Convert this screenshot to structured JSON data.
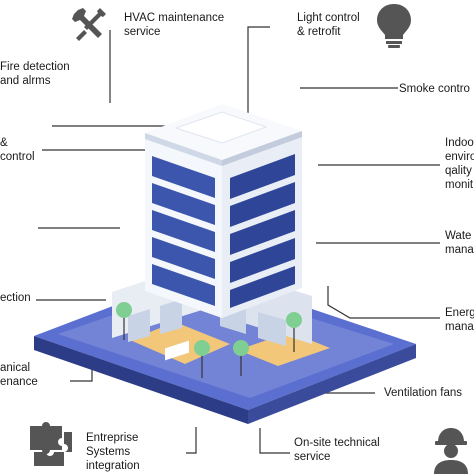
{
  "labels": {
    "hvac": "HVAC maintenance\nservice",
    "light": "Light control\n& retrofit",
    "fire": "Fire detection\nand alrms",
    "smoke": "Smoke contro",
    "access": "&\ncontrol",
    "indoor": "Indoo\nenviro\nqality\nmonit",
    "detection": "ection",
    "water": "Wate\nmana",
    "energy": "Energ\nmana",
    "mechanical": "anical\nenance",
    "ventilation": "Ventilation fans",
    "enterprise": "Entreprise\nSystems\nintegration",
    "onsite": "On-site technical\nservice"
  },
  "icons": {
    "hvac": "wrench-screwdriver-icon",
    "light": "lightbulb-icon",
    "enterprise": "puzzle-icon",
    "onsite": "technician-icon"
  },
  "colors": {
    "window_blue": "#3d56ad",
    "building_white": "#f4f7fb",
    "base_blue": "#5a6fd0",
    "tree_green": "#7fcf92",
    "sand": "#f2c77a",
    "line": "#333333",
    "icon_gray": "#555555"
  }
}
